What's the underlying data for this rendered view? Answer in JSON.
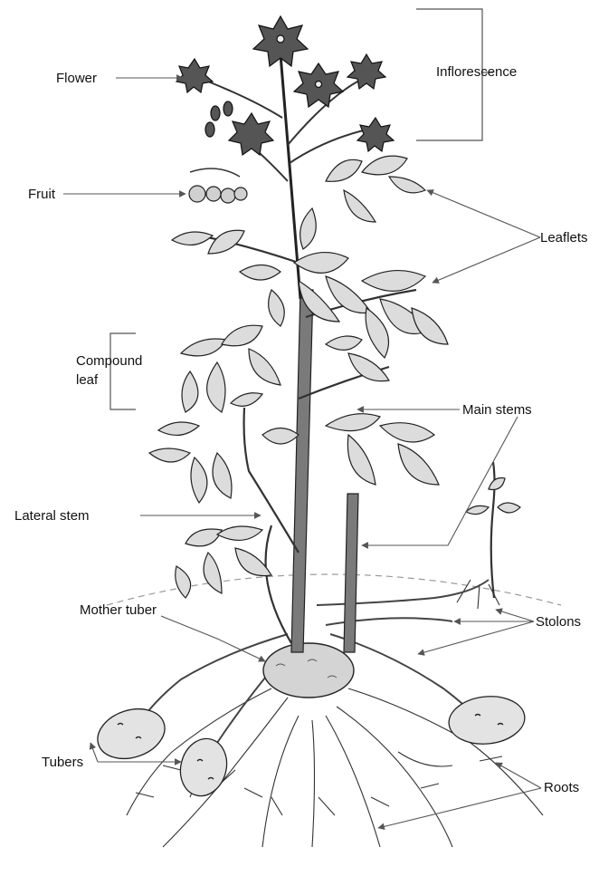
{
  "diagram": {
    "labels": {
      "flower": "Flower",
      "inflorescence": "Inflorescence",
      "fruit": "Fruit",
      "leaflets": "Leaflets",
      "compound_leaf_line1": "Compound",
      "compound_leaf_line2": "leaf",
      "main_stems": "Main stems",
      "lateral_stem": "Lateral stem",
      "mother_tuber": "Mother tuber",
      "stolons": "Stolons",
      "tubers": "Tubers",
      "roots": "Roots"
    },
    "colors": {
      "leaf_fill": "#dcdcdc",
      "flower_fill": "#555555",
      "tuber_fill": "#e3e3e3",
      "stem_fill": "#7a7a7a",
      "outline": "#222222",
      "leader_line": "#555555",
      "ground_line": "#9a9a9a"
    }
  }
}
